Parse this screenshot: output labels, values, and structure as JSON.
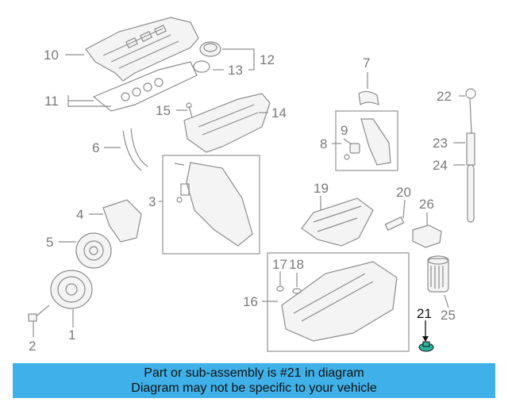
{
  "diagram": {
    "callouts": {
      "c1": "1",
      "c2": "2",
      "c3": "3",
      "c4": "4",
      "c5": "5",
      "c6": "6",
      "c7": "7",
      "c8": "8",
      "c9": "9",
      "c10": "10",
      "c11": "11",
      "c12": "12",
      "c13": "13",
      "c14": "14",
      "c15": "15",
      "c16": "16",
      "c17": "17",
      "c18": "18",
      "c19": "19",
      "c20": "20",
      "c21": "21",
      "c22": "22",
      "c23": "23",
      "c24": "24",
      "c25": "25",
      "c26": "26"
    },
    "highlighted_part": "21"
  },
  "banner": {
    "line1": "Part or sub-assembly is #21 in diagram",
    "line2": "Diagram may not be specific to your vehicle",
    "color": "#3fb0e8"
  },
  "colors": {
    "line": "#8c8c8c",
    "highlight": "#2db3a0"
  }
}
